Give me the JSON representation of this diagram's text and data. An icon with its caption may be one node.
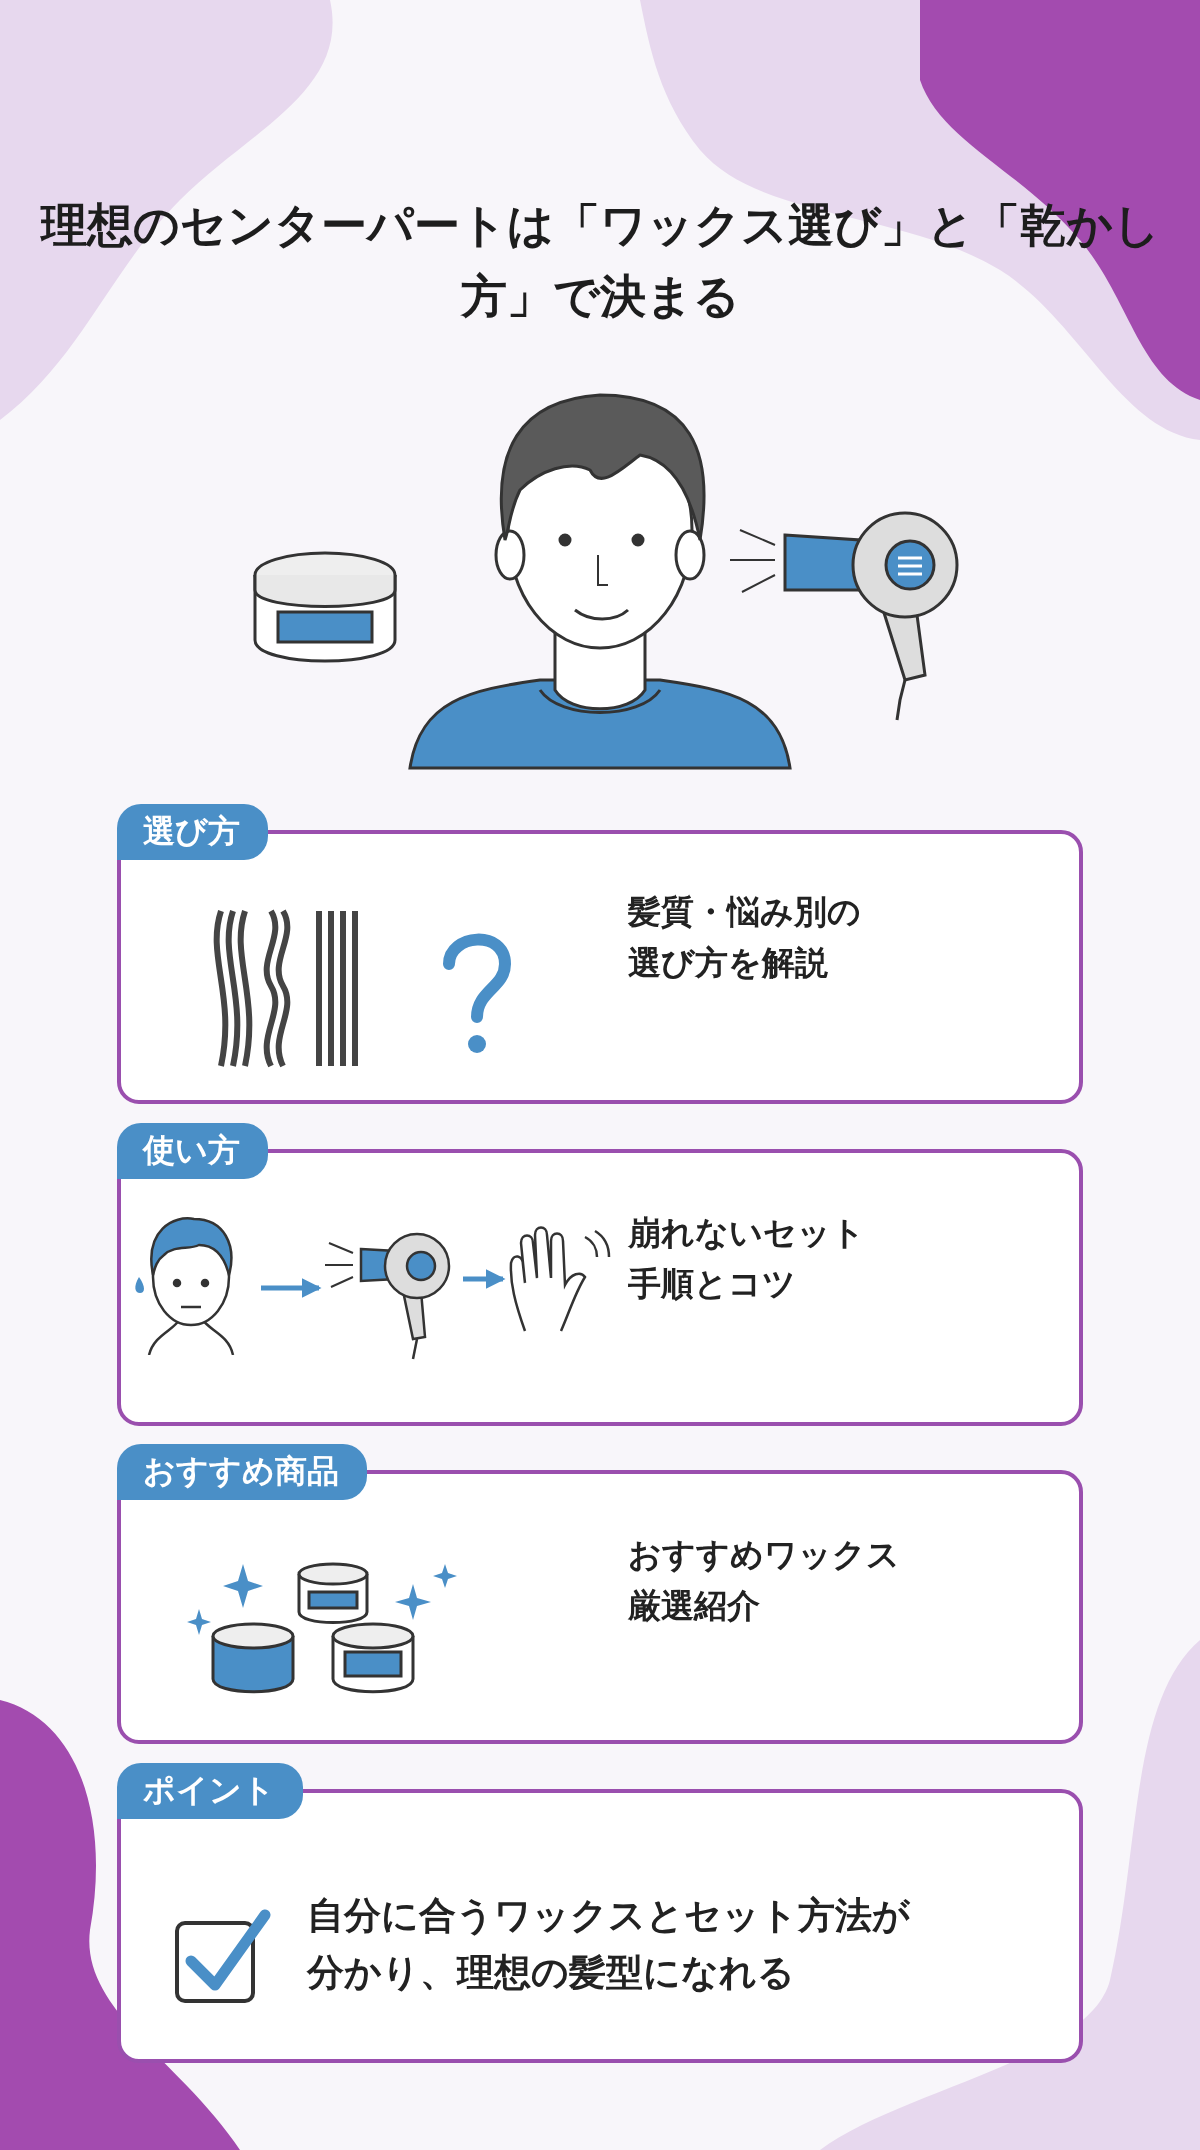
{
  "diagram": {
    "title": "理想のセンターパートは「ワックス選び」と「乾かし方」で決まる",
    "nodes": [
      {
        "text": [
          "選び方",
          "髪質・悩み別の選び方を解説"
        ]
      },
      {
        "text": [
          "使い方",
          "崩れないセット手順とコツ"
        ]
      },
      {
        "text": [],
        "shape": "picture",
        "in": 1
      },
      {
        "text": [],
        "shape": "picture",
        "in": 1
      },
      {
        "text": [],
        "shape": "picture",
        "in": 1
      },
      {
        "text": [
          "おすすめ商品",
          "おすすめワックス厳選紹介"
        ]
      },
      {
        "text": [
          "ポイント",
          "自分に合うワックスとセット方法が分かり、理想の髪型になれる"
        ]
      }
    ],
    "edges": [
      {
        "from": 2,
        "to": 3,
        "arrow": "to"
      },
      {
        "from": 3,
        "to": 4,
        "arrow": "to"
      }
    ]
  }
}
